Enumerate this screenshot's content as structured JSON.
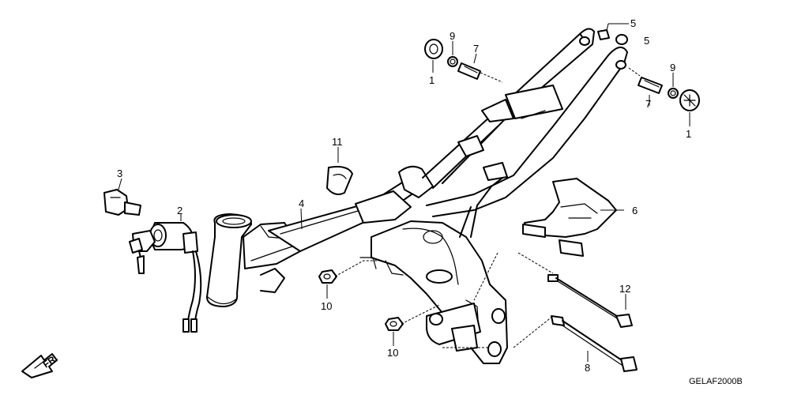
{
  "diagram": {
    "diagram_code": "GELAF2000B",
    "direction_label": "FR.",
    "callouts": [
      {
        "id": "c1a",
        "label": "1"
      },
      {
        "id": "c1b",
        "label": "1"
      },
      {
        "id": "c2",
        "label": "2"
      },
      {
        "id": "c3",
        "label": "3"
      },
      {
        "id": "c4",
        "label": "4"
      },
      {
        "id": "c5a",
        "label": "5"
      },
      {
        "id": "c5b",
        "label": "5"
      },
      {
        "id": "c6",
        "label": "6"
      },
      {
        "id": "c7a",
        "label": "7"
      },
      {
        "id": "c7b",
        "label": "7"
      },
      {
        "id": "c8",
        "label": "8"
      },
      {
        "id": "c9a",
        "label": "9"
      },
      {
        "id": "c9b",
        "label": "9"
      },
      {
        "id": "c10a",
        "label": "10"
      },
      {
        "id": "c10b",
        "label": "10"
      },
      {
        "id": "c11",
        "label": "11"
      },
      {
        "id": "c12",
        "label": "12"
      }
    ]
  }
}
